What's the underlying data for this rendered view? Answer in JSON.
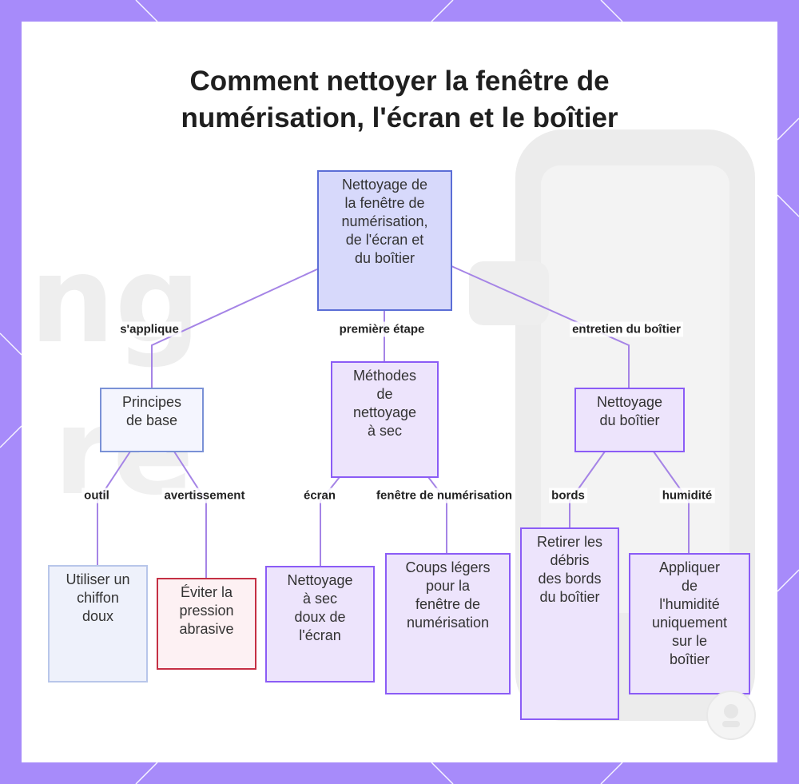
{
  "title_line1": "Comment nettoyer la fenêtre de",
  "title_line2": "numérisation, l'écran et le boîtier",
  "nodes": {
    "root": [
      "Nettoyage de",
      "la fenêtre de",
      "numérisation,",
      "de l'écran et",
      "du boîtier"
    ],
    "principes": [
      "Principes",
      "de base"
    ],
    "methodes": [
      "Méthodes",
      "de",
      "nettoyage",
      "à sec"
    ],
    "boitier": [
      "Nettoyage",
      "du boîtier"
    ],
    "chiffon": [
      "Utiliser un",
      "chiffon",
      "doux"
    ],
    "pression": [
      "Éviter la",
      "pression",
      "abrasive"
    ],
    "ecran_sec": [
      "Nettoyage",
      "à sec",
      "doux de",
      "l'écran"
    ],
    "coups": [
      "Coups légers",
      "pour la",
      "fenêtre de",
      "numérisation"
    ],
    "debris": [
      "Retirer les",
      "débris",
      "des bords",
      "du boîtier"
    ],
    "humidite": [
      "Appliquer",
      "de",
      "l'humidité",
      "uniquement",
      "sur le",
      "boîtier"
    ]
  },
  "edges": {
    "s_applique": "s'applique",
    "premiere_etape": "première étape",
    "entretien": "entretien du boîtier",
    "outil": "outil",
    "avertissement": "avertissement",
    "ecran": "écran",
    "fenetre": "fenêtre de numérisation",
    "bords": "bords",
    "humidite": "humidité"
  },
  "colors": {
    "frame": "#a78bfa",
    "edge": "#a584e6",
    "root_fill": "#d7d9fb",
    "leaf_fill": "#ede4fc",
    "warning_border": "#c53044"
  }
}
